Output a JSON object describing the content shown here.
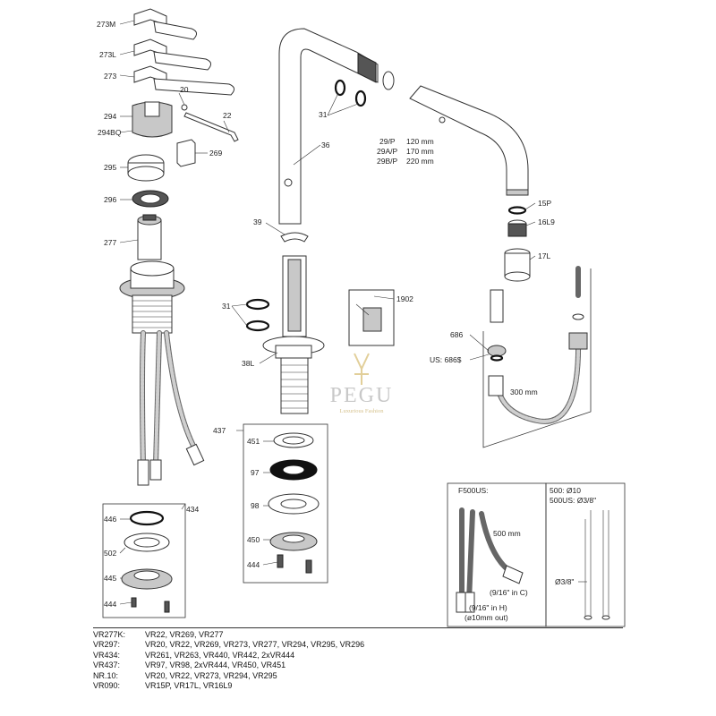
{
  "watermark": {
    "brand": "PEGU",
    "tagline": "Luxurious Fashion"
  },
  "callouts": {
    "p273M": "273M",
    "p273L": "273L",
    "p273": "273",
    "p20": "20",
    "p22": "22",
    "p294": "294",
    "p294BQ": "294BQ",
    "p295": "295",
    "p269": "269",
    "p296": "296",
    "p277": "277",
    "p31a": "31",
    "p36": "36",
    "p39": "39",
    "p31b": "31",
    "p38L": "38L",
    "p1902": "1902",
    "p29P": "29/P",
    "p29AP": "29A/P",
    "p29BP": "29B/P",
    "len120": "120 mm",
    "len170": "170 mm",
    "len220": "220 mm",
    "p15P": "15P",
    "p16L9": "16L9",
    "p17L": "17L",
    "p686": "686",
    "pUS686": "US: 686$",
    "len300": "300 mm",
    "p437": "437",
    "p451": "451",
    "p97": "97",
    "p98": "98",
    "p450": "450",
    "p444b": "444",
    "p434": "434",
    "p446": "446",
    "p502": "502",
    "p445": "445",
    "p444a": "444",
    "f500_title": "F500US:",
    "f500_len": "500 mm",
    "f500_c": "(9/16\" in C)",
    "f500_h": "(9/16\" in H)",
    "f500_out": "(ø10mm out)",
    "tube_500": "500: Ø10",
    "tube_500US": "500US: Ø3/8\"",
    "tube_dia": "Ø3/8\""
  },
  "legend": [
    {
      "code": "VR277K:",
      "parts": "VR22, VR269, VR277"
    },
    {
      "code": "VR297:",
      "parts": "VR20, VR22, VR269, VR273, VR277, VR294, VR295, VR296"
    },
    {
      "code": "VR434:",
      "parts": "VR261, VR263, VR440, VR442, 2xVR444"
    },
    {
      "code": "VR437:",
      "parts": "VR97, VR98, 2xVR444, VR450, VR451"
    },
    {
      "code": "NR.10:",
      "parts": "VR20, VR22, VR273, VR294, VR295"
    },
    {
      "code": "VR090:",
      "parts": "VR15P, VR17L, VR16L9"
    }
  ]
}
